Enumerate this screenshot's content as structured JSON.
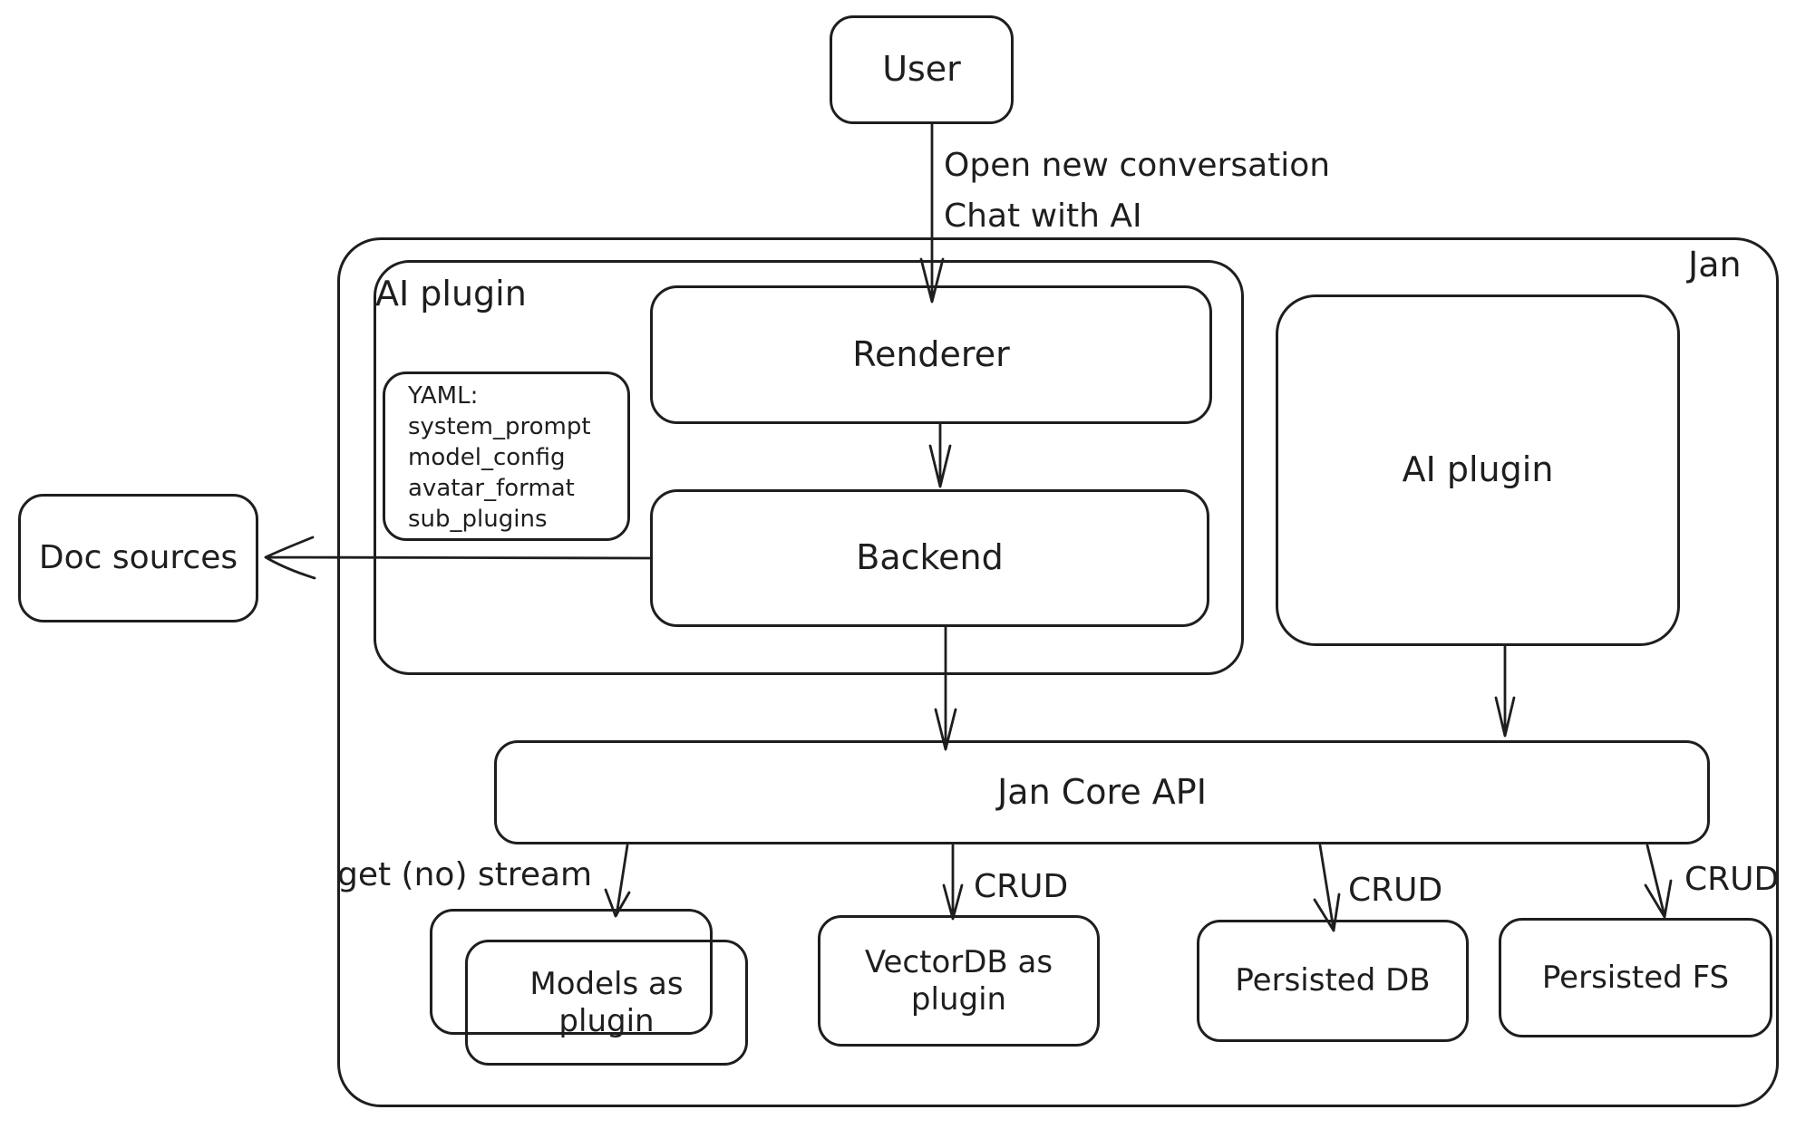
{
  "colors": {
    "stroke": "#1e1e1e",
    "background": "#ffffff"
  },
  "nodes": {
    "user": {
      "label": "User"
    },
    "jan_container": {
      "label": "Jan"
    },
    "ai_plugin_container": {
      "label": "AI plugin"
    },
    "yaml_note": {
      "lines": [
        "YAML:",
        "system_prompt",
        "model_config",
        "avatar_format",
        "sub_plugins"
      ]
    },
    "renderer": {
      "label": "Renderer"
    },
    "backend": {
      "label": "Backend"
    },
    "ai_plugin_right": {
      "label": "AI plugin"
    },
    "doc_sources": {
      "label": "Doc sources"
    },
    "jan_core_api": {
      "label": "Jan Core API"
    },
    "models_plugin": {
      "lines": [
        "Models as",
        "plugin"
      ]
    },
    "vectordb_plugin": {
      "lines": [
        "VectorDB as",
        "plugin"
      ]
    },
    "persisted_db": {
      "label": "Persisted DB"
    },
    "persisted_fs": {
      "label": "Persisted FS"
    }
  },
  "edges": {
    "user_to_renderer_note": {
      "lines": [
        "Open new conversation",
        "Chat with AI"
      ]
    },
    "get_stream": {
      "label": "get (no) stream"
    },
    "crud_vectordb": {
      "label": "CRUD"
    },
    "crud_persisted_db": {
      "label": "CRUD"
    },
    "crud_persisted_fs": {
      "label": "CRUD"
    }
  }
}
